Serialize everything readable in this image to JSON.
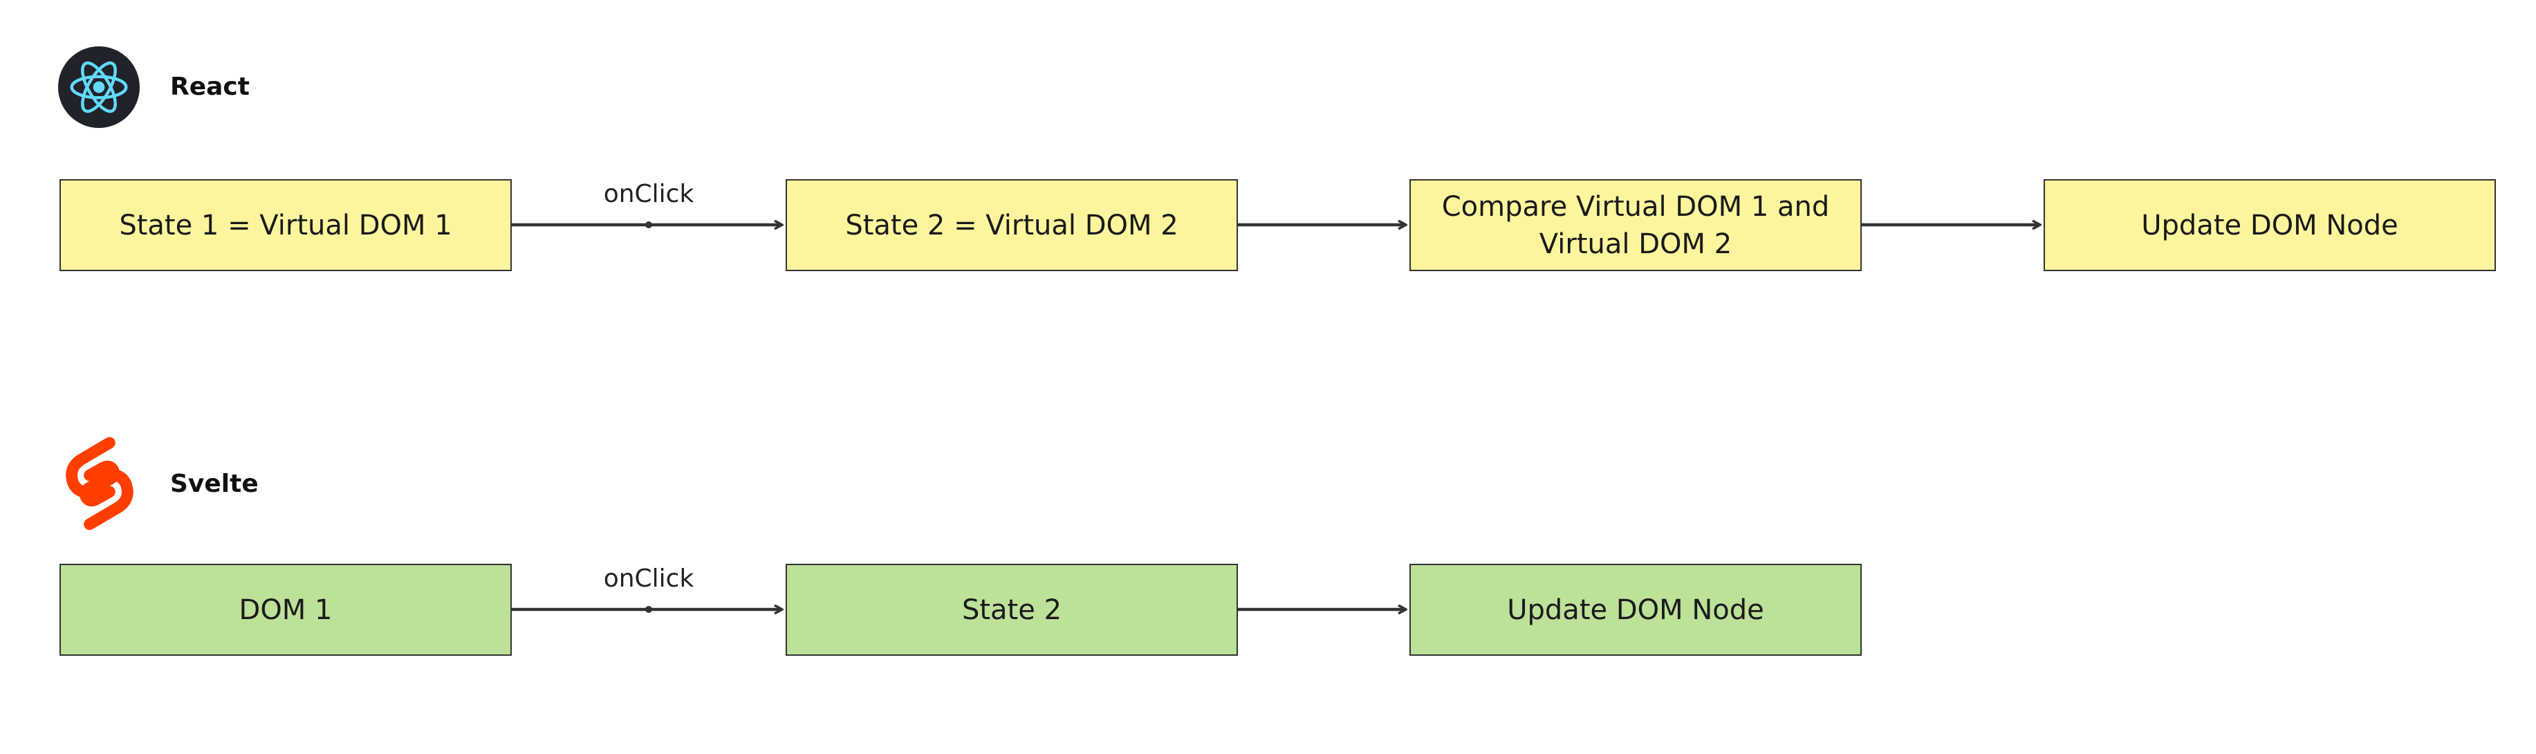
{
  "react": {
    "title": "React",
    "logo_icon": "react-atom-icon",
    "nodes": [
      "State 1 = Virtual DOM 1",
      "State 2 = Virtual DOM 2",
      "Compare Virtual DOM 1 and Virtual DOM 2",
      "Update DOM Node"
    ],
    "edge_label": "onClick",
    "box_color": "#fdf59d"
  },
  "svelte": {
    "title": "Svelte",
    "logo_icon": "svelte-logo-icon",
    "nodes": [
      "DOM 1",
      "State 2",
      "Update DOM Node"
    ],
    "edge_label": "onClick",
    "box_color": "#bde198"
  },
  "colors": {
    "react_logo_bg": "#20232a",
    "react_logo_fg": "#61dafb",
    "svelte_logo": "#ff3e00",
    "connector": "#333333"
  }
}
